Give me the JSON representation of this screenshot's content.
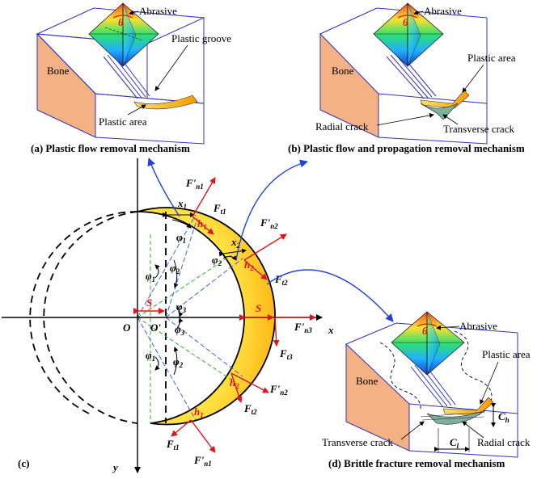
{
  "panels": {
    "a": {
      "caption": "(a) Plastic flow removal mechanism",
      "abrasive": "Abrasive",
      "groove": "Plastic groove",
      "bone": "Bone",
      "area": "Plastic area"
    },
    "b": {
      "caption": "(b) Plastic flow and propagation removal mechanism",
      "abrasive": "Abrasive",
      "area": "Plastic area",
      "bone": "Bone",
      "radial": "Radial crack",
      "transverse": "Transverse crack"
    },
    "c": {
      "caption": "(c)"
    },
    "d": {
      "caption": "(d) Brittle fracture removal mechanism",
      "abrasive": "Abrasive",
      "area": "Plastic area",
      "bone": "Bone",
      "transverse": "Transverse crack",
      "radial": "Radial crack",
      "ch": "C",
      "ch_sub": "h",
      "cl": "C",
      "cl_sub": "l"
    }
  },
  "symbols": {
    "theta": "θ",
    "O": "O",
    "O_prime": "O'",
    "S": "S",
    "x_axis": "x",
    "y_axis": "y",
    "Fn1": "F'",
    "Fn1_sub": "n1",
    "Fn2": "F'",
    "Fn2_sub": "n2",
    "Fn3": "F'",
    "Fn3_sub": "n3",
    "Ft1": "F",
    "Ft1_sub": "t1",
    "Ft2": "F",
    "Ft2_sub": "t2",
    "Ft3": "F",
    "Ft3_sub": "t3",
    "h1": "h",
    "h1_sub": "1",
    "h2": "h",
    "h2_sub": "2",
    "x1": "x",
    "x1_sub": "1",
    "x2": "x",
    "x2_sub": "2",
    "phi": "φ",
    "phi1_sub": "1",
    "phi2_sub": "2",
    "phi3_sub": "3"
  },
  "colors": {
    "bone": "#f4b183",
    "block_edge": "#3030c8",
    "force": "#e0141e",
    "arrow_blue": "#2040e0",
    "crescent_light": "#ffff99",
    "crescent_dark": "#ffb000",
    "guide_blue": "#4060e0",
    "guide_green": "#30b030"
  }
}
